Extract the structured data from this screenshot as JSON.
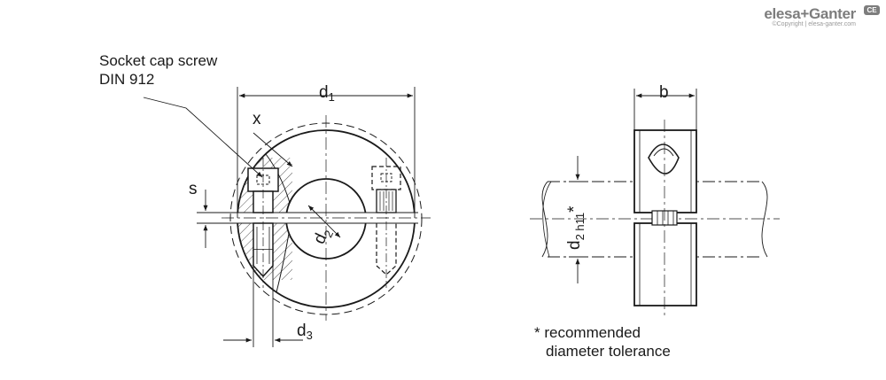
{
  "brand": {
    "name": "elesa+Ganter",
    "copyright": "©Copyright | elesa-ganter.com",
    "ce_mark": "CE",
    "color": "#7d7d7d"
  },
  "labels": {
    "screw_line1": "Socket cap screw",
    "screw_line2": "DIN 912",
    "footnote_line1": "* recommended",
    "footnote_line2": "diameter tolerance"
  },
  "dimensions": {
    "d1": "d",
    "d1_sub": "1",
    "x": "x",
    "s": "s",
    "d2": "d",
    "d2_sub": "2",
    "d3": "d",
    "d3_sub": "3",
    "b": "b",
    "d2_side": "d",
    "d2_side_sub": "2 h11",
    "d2_side_star": "*"
  }
}
